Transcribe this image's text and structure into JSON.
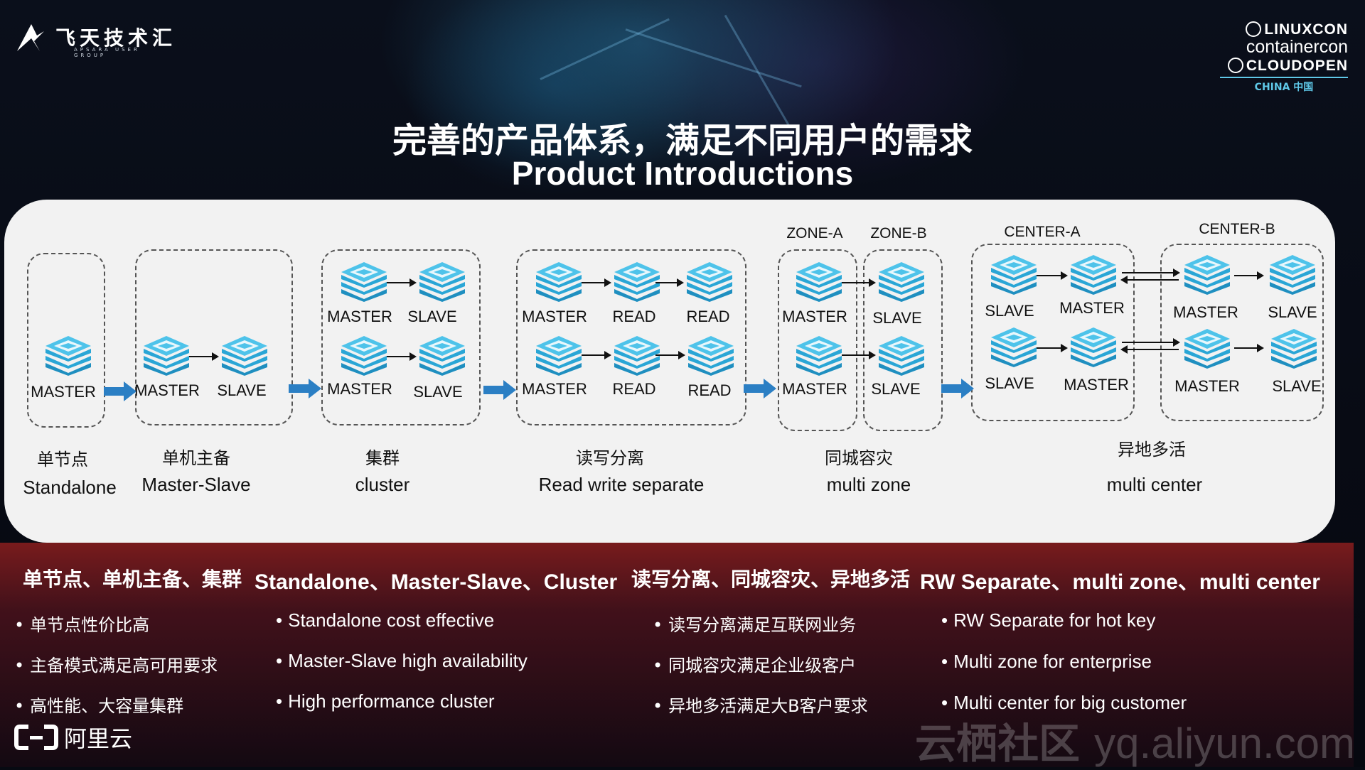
{
  "header": {
    "brand_left": "飞天技术汇",
    "brand_left_sub": "APSARA USER GROUP",
    "brand_right": [
      "LINUXCON",
      "containercon",
      "CLOUDOPEN",
      "CHINA 中国"
    ],
    "title_cn": "完善的产品体系，满足不同用户的需求",
    "title_en": "Product Introductions"
  },
  "diagram": {
    "standalone": {
      "nodes": [
        "MASTER"
      ],
      "caption_cn": "单节点",
      "caption_en": "Standalone"
    },
    "master_slave": {
      "nodes": [
        "MASTER",
        "SLAVE"
      ],
      "caption_cn": "单机主备",
      "caption_en": "Master-Slave"
    },
    "cluster": {
      "nodes": [
        "MASTER",
        "SLAVE",
        "MASTER",
        "SLAVE"
      ],
      "caption_cn": "集群",
      "caption_en": "cluster"
    },
    "rw": {
      "nodes": [
        "MASTER",
        "READ",
        "READ",
        "MASTER",
        "READ",
        "READ"
      ],
      "caption_cn": "读写分离",
      "caption_en": "Read write separate"
    },
    "zone": {
      "zone_a": "ZONE-A",
      "zone_b": "ZONE-B",
      "nodes": [
        "MASTER",
        "SLAVE",
        "MASTER",
        "SLAVE"
      ],
      "caption_cn": "同城容灾",
      "caption_en": "multi zone"
    },
    "center": {
      "center_a": "CENTER-A",
      "center_b": "CENTER-B",
      "nodes": [
        "SLAVE",
        "MASTER",
        "MASTER",
        "SLAVE",
        "SLAVE",
        "MASTER",
        "MASTER",
        "SLAVE"
      ],
      "caption_cn": "异地多活",
      "caption_en": "multi center"
    }
  },
  "bottom": {
    "head_left_cn": "单节点、单机主备、集群",
    "head_left_en": "Standalone、Master-Slave、Cluster",
    "head_right_cn": "读写分离、同城容灾、异地多活",
    "head_right_en": "RW Separate、multi zone、multi center",
    "col1": [
      "单节点性价比高",
      "主备模式满足高可用要求",
      "高性能、大容量集群"
    ],
    "col2": [
      "Standalone cost effective",
      "Master-Slave high availability",
      "High performance cluster"
    ],
    "col3": [
      "读写分离满足互联网业务",
      "同城容灾满足企业级客户",
      "异地多活满足大B客户要求"
    ],
    "col4": [
      "RW Separate for hot key",
      "Multi zone for enterprise",
      "Multi center for big customer"
    ]
  },
  "footer": {
    "aliyun": "阿里云",
    "watermark_cn": "云栖社区",
    "watermark_en": "yq.aliyun.com"
  },
  "colors": {
    "accent": "#2aa6d6",
    "arrow": "#2b7fc4",
    "band": "#8c1e1e"
  }
}
